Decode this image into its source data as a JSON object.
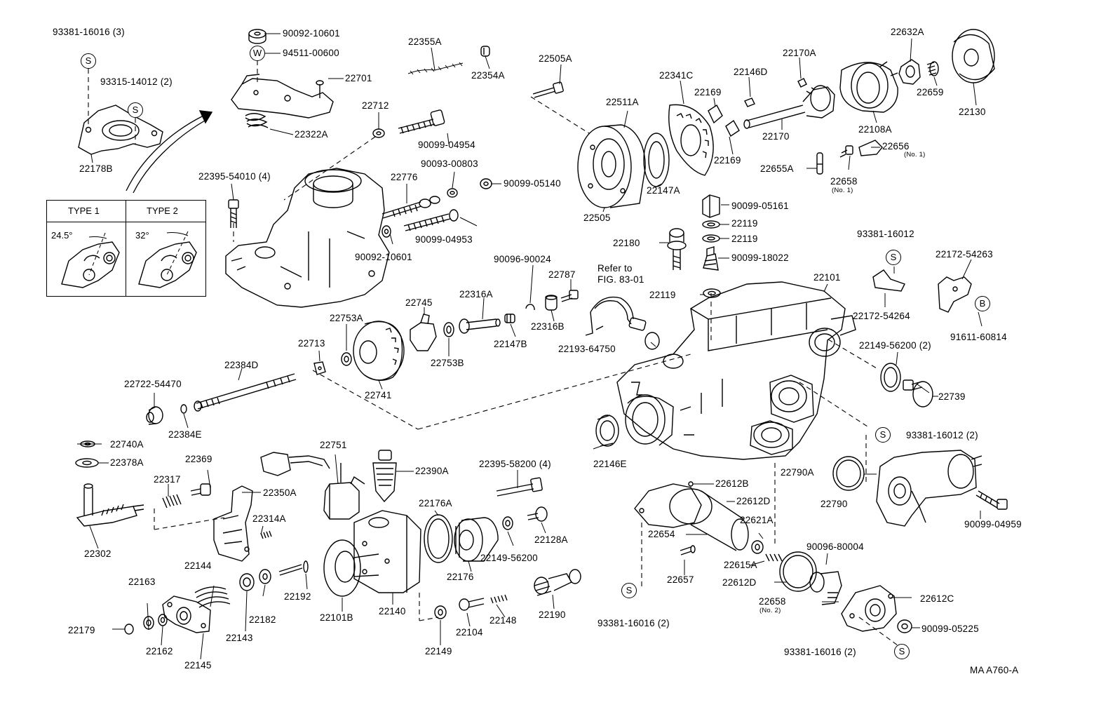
{
  "figure_code": "MA A760-A",
  "type_box": {
    "type1": "TYPE 1",
    "type2": "TYPE 2",
    "angle1": "24.5°",
    "angle2": "32°"
  },
  "reference_note": "Refer to\nFIG. 83-01",
  "symbols": {
    "s": "S",
    "w": "W",
    "b": "B"
  },
  "labels": {
    "l01": "93381-16016 (3)",
    "l02": "90092-10601",
    "l03": "94511-00600",
    "l04": "22355A",
    "l05": "22354A",
    "l06": "22505A",
    "l07": "22701",
    "l08": "93315-14012 (2)",
    "l09": "22322A",
    "l10": "22712",
    "l11": "90099-04954",
    "l12": "22178B",
    "l13": "22395-54010 (4)",
    "l14": "90093-00803",
    "l15": "22776",
    "l16": "90099-05140",
    "l17": "90099-04953",
    "l18": "90092-10601",
    "l19": "22341C",
    "l20": "22511A",
    "l21": "22146D",
    "l22": "22169",
    "l23": "22170A",
    "l24": "22632A",
    "l25": "22659",
    "l26": "22130",
    "l27": "22170",
    "l28": "22108A",
    "l29": "22169",
    "l30": "22656",
    "l30n": "(No. 1)",
    "l31": "22655A",
    "l32": "22658",
    "l32n": "(No. 1)",
    "l33": "22147A",
    "l34": "22505",
    "l35": "90099-05161",
    "l36": "22119",
    "l37": "22119",
    "l38": "22180",
    "l39": "90099-18022",
    "l40": "93381-16012",
    "l41": "22172-54263",
    "l42": "90096-90024",
    "l43": "22787",
    "l44": "22101",
    "l45": "22119",
    "l46": "22745",
    "l47": "22316A",
    "l48": "22753A",
    "l49": "22316B",
    "l50": "22147B",
    "l51": "22193-64750",
    "l52": "22172-54264",
    "l53": "91611-60814",
    "l54": "22713",
    "l55": "22753B",
    "l56": "22384D",
    "l57": "22741",
    "l58": "22149-56200 (2)",
    "l59": "22722-54470",
    "l60": "22739",
    "l61": "22384E",
    "l62": "93381-16012 (2)",
    "l63": "22740A",
    "l64": "22751",
    "l65": "22146E",
    "l66": "22378A",
    "l67": "22369",
    "l68": "22390A",
    "l69": "22395-58200 (4)",
    "l70": "22317",
    "l71": "22350A",
    "l72": "22790A",
    "l73": "22612B",
    "l74": "22790",
    "l75": "22612D",
    "l76": "22314A",
    "l77": "22176A",
    "l78": "22128A",
    "l79": "22302",
    "l80": "22621A",
    "l81": "90099-04959",
    "l82": "22654",
    "l83": "22149-56200",
    "l84": "90096-80004",
    "l85": "22144",
    "l86": "22615A",
    "l87": "22657",
    "l88": "22163",
    "l89": "22192",
    "l90": "22612D",
    "l91": "22176",
    "l92": "22101B",
    "l93": "22140",
    "l94": "22658",
    "l94n": "(No. 2)",
    "l95": "22612C",
    "l96": "22179",
    "l97": "22143",
    "l98": "22182",
    "l99": "22148",
    "l100": "22190",
    "l101": "22104",
    "l102": "93381-16016 (2)",
    "l103": "90099-05225",
    "l104": "22162",
    "l105": "22145",
    "l106": "22149",
    "l107": "93381-16016 (2)"
  }
}
